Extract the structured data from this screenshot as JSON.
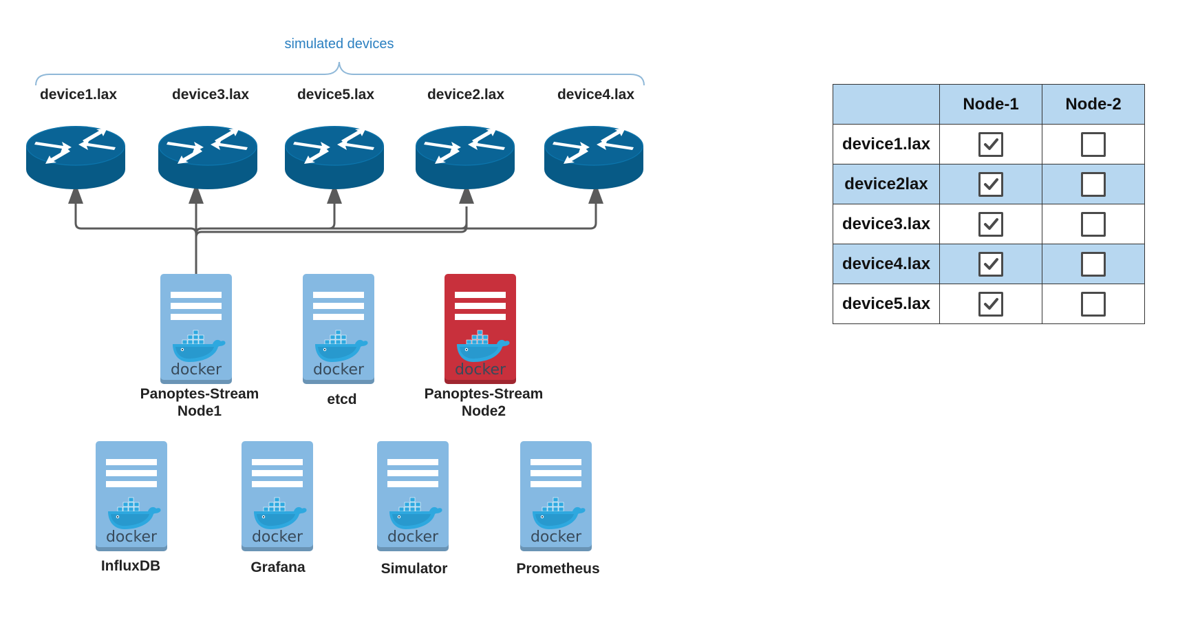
{
  "diagram": {
    "group_label": "simulated devices",
    "devices": [
      {
        "id": "d1",
        "label": "device1.lax"
      },
      {
        "id": "d3",
        "label": "device3.lax"
      },
      {
        "id": "d5",
        "label": "device5.lax"
      },
      {
        "id": "d2",
        "label": "device2.lax"
      },
      {
        "id": "d4",
        "label": "device4.lax"
      }
    ],
    "containers_row1": [
      {
        "label_line1": "Panoptes-Stream",
        "label_line2": "Node1",
        "color": "#85b9e2"
      },
      {
        "label_line1": "etcd",
        "label_line2": "",
        "color": "#85b9e2"
      },
      {
        "label_line1": "Panoptes-Stream",
        "label_line2": "Node2",
        "color": "#c8303c"
      }
    ],
    "containers_row2": [
      {
        "label": "InfluxDB",
        "color": "#85b9e2"
      },
      {
        "label": "Grafana",
        "color": "#85b9e2"
      },
      {
        "label": "Simulator",
        "color": "#85b9e2"
      },
      {
        "label": "Prometheus",
        "color": "#85b9e2"
      }
    ],
    "container_logo_text": "docker",
    "colors": {
      "router": "#0a6496",
      "router_dark": "#075a86",
      "brace": "#8fb8d8",
      "group_label": "#2a7fc0",
      "connector": "#5a5a5a",
      "whale": "#2ea8df"
    }
  },
  "table": {
    "headers": [
      "",
      "Node-1",
      "Node-2"
    ],
    "rows": [
      {
        "device": "device1.lax",
        "node1": true,
        "node2": false
      },
      {
        "device": "device2lax",
        "node1": true,
        "node2": false
      },
      {
        "device": "device3.lax",
        "node1": true,
        "node2": false
      },
      {
        "device": "device4.lax",
        "node1": true,
        "node2": false
      },
      {
        "device": "device5.lax",
        "node1": true,
        "node2": false
      }
    ],
    "colors": {
      "highlight": "#b7d7f0",
      "plain": "#ffffff"
    }
  }
}
